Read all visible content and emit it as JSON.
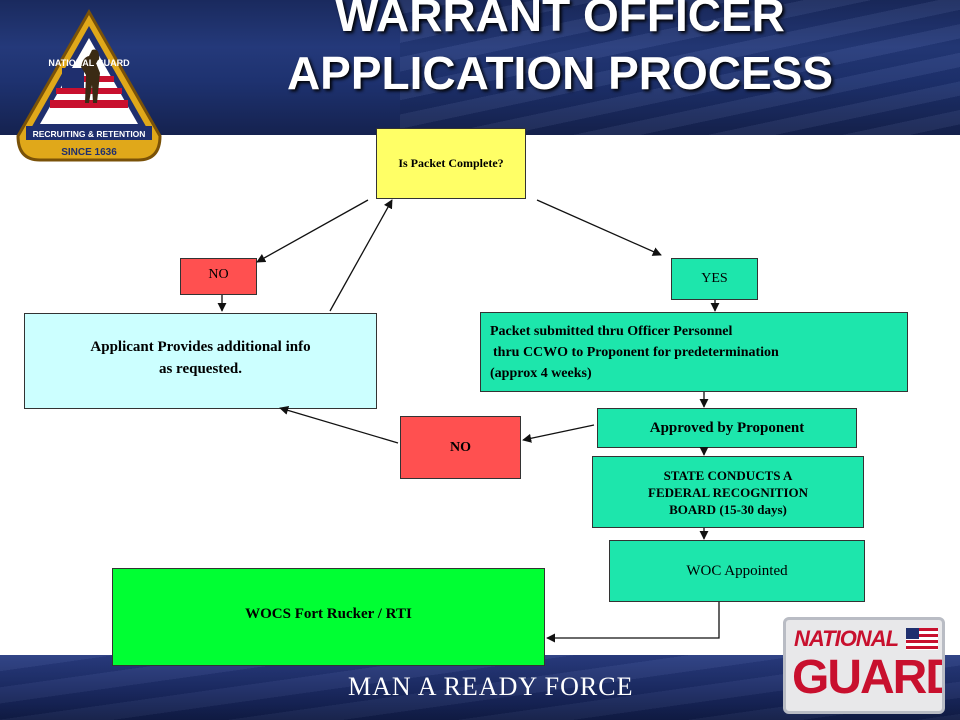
{
  "title": {
    "line1": "WARRANT OFFICER",
    "line2": "APPLICATION PROCESS"
  },
  "logo": {
    "arc_text": "NATIONAL GUARD",
    "band_text": "RECRUITING & RETENTION",
    "since_text": "SINCE 1636"
  },
  "brand": {
    "top": "NATIONAL",
    "bottom": "GUARD"
  },
  "footer": {
    "slogan": "MAN A READY FORCE"
  },
  "flow": {
    "packet_complete": "Is Packet Complete?",
    "no_top": "NO",
    "yes": "YES",
    "applicant_line1": "Applicant Provides additional info",
    "applicant_line2": "as requested.",
    "submitted_line1": "Packet submitted thru Officer Personnel",
    "submitted_line2": "thru CCWO to Proponent for predetermination",
    "submitted_line3": "(approx 4 weeks)",
    "approved": "Approved by Proponent",
    "no_mid": "NO",
    "board_line1": "STATE CONDUCTS A",
    "board_line2": "FEDERAL RECOGNITION",
    "board_line3": "BOARD (15-30 days)",
    "woc_appointed": "WOC Appointed",
    "wocs": "WOCS Fort Rucker / RTI"
  },
  "colors": {
    "yellow": "#ffff66",
    "red": "#ff5050",
    "light_cyan": "#ccffff",
    "teal": "#1de6ac",
    "green": "#00ff33",
    "navy": "#1e3270"
  }
}
